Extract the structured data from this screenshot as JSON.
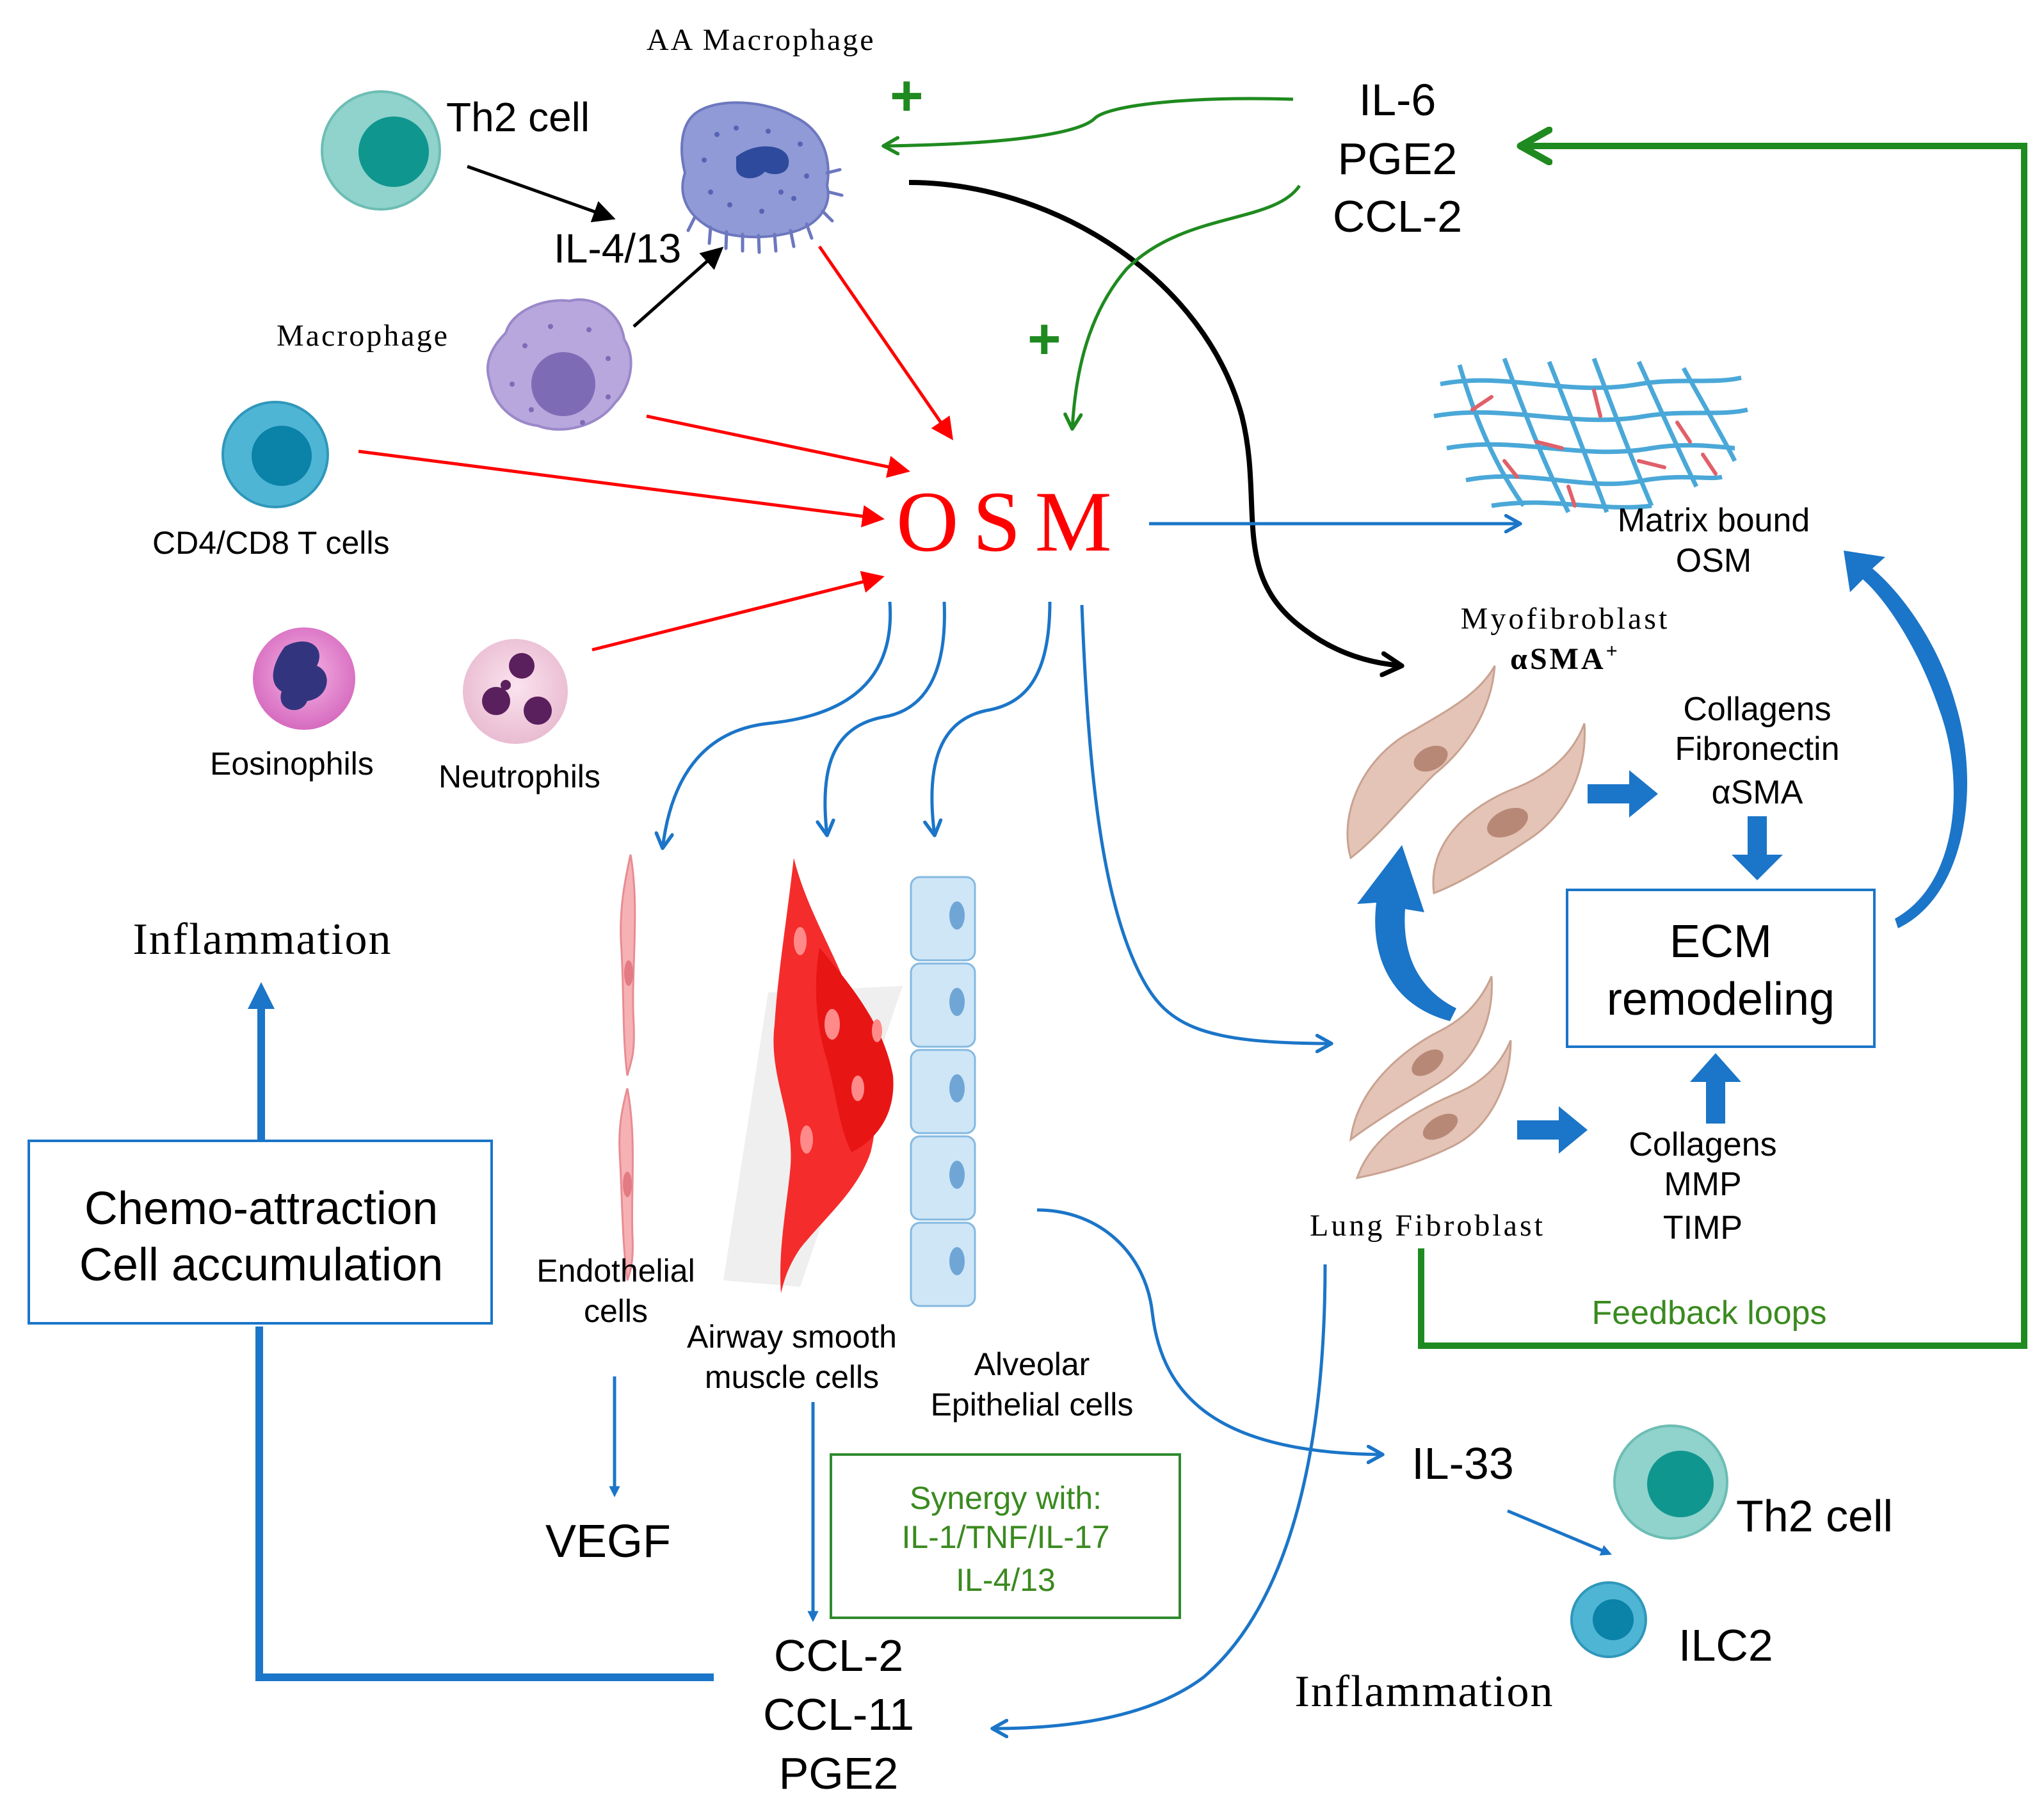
{
  "colors": {
    "red_arrow": "#ff0000",
    "blue_arrow": "#1b75c8",
    "green_arrow": "#1f8a1f",
    "black_arrow": "#000000",
    "osm_text": "#ff0000",
    "feedback_text": "#3a8a1f",
    "box_border": "#1b75c8",
    "synergy_border": "#2f8a2f"
  },
  "sources": {
    "aa_macrophage": "AA Macrophage",
    "th2_top": "Th2 cell",
    "il4_13": "IL-4/13",
    "macrophage": "Macrophage",
    "cd4_cd8": "CD4/CD8 T cells",
    "eosinophils": "Eosinophils",
    "neutrophils": "Neutrophils",
    "plus_1": "+",
    "plus_2": "+"
  },
  "center": {
    "osm": "OSM"
  },
  "cytokines_top": {
    "line1": "IL-6",
    "line2": "PGE2",
    "line3": "CCL-2"
  },
  "matrix": {
    "line1": "Matrix bound",
    "line2": "OSM"
  },
  "myofibroblast": {
    "line1": "Myofibroblast",
    "line2": "αSMA",
    "sup": "+"
  },
  "myo_products": {
    "line1": "Collagens",
    "line2": "Fibronectin",
    "line3": "αSMA"
  },
  "ecm": {
    "line1": "ECM",
    "line2": "remodeling"
  },
  "fibro_products": {
    "line1": "Collagens",
    "line2": "MMP",
    "line3": "TIMP"
  },
  "lung_fibroblast": "Lung Fibroblast",
  "feedback": "Feedback loops",
  "inflammation_left": "Inflammation",
  "chemo_box": {
    "line1": "Chemo-attraction",
    "line2": "Cell accumulation"
  },
  "target_cells": {
    "endothelial_1": "Endothelial",
    "endothelial_2": "cells",
    "airway_1": "Airway smooth",
    "airway_2": "muscle cells",
    "alveolar_1": "Alveolar",
    "alveolar_2": "Epithelial cells"
  },
  "vegf": "VEGF",
  "synergy": {
    "line1": "Synergy with:",
    "line2": "IL-1/TNF/IL-17",
    "line3": "IL-4/13"
  },
  "bottom_cytokines": {
    "line1": "CCL-2",
    "line2": "CCL-11",
    "line3": "PGE2"
  },
  "il33": "IL-33",
  "th2_bottom": "Th2 cell",
  "ilc2": "ILC2",
  "inflammation_bottom": "Inflammation"
}
